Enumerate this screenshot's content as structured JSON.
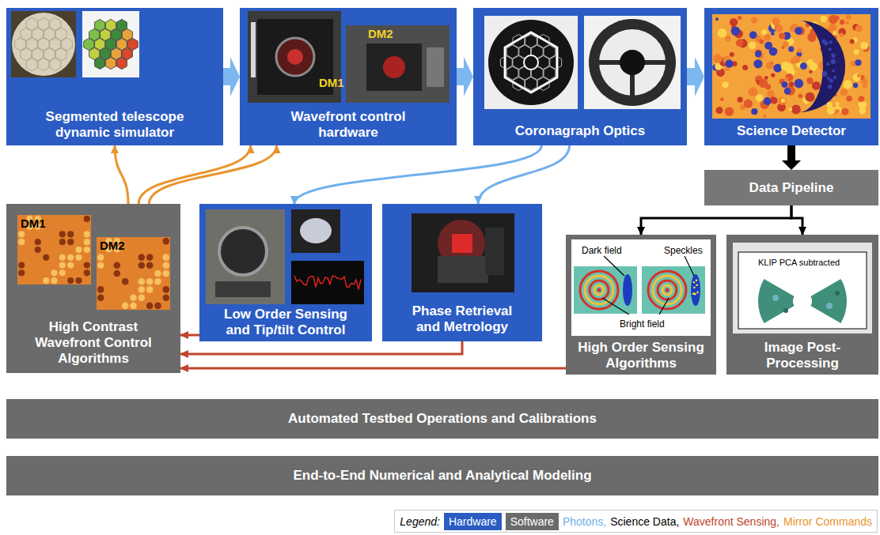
{
  "diagram": {
    "nodes": [
      {
        "text": [
          "Segmented telescope dynamic simulator"
        ]
      },
      {
        "text": [
          "Wavefront control hardware"
        ]
      },
      {
        "text": [
          "Coronagraph Optics"
        ]
      },
      {
        "text": [
          "Science Detector"
        ]
      },
      {
        "text": [
          "Data Pipeline"
        ]
      },
      {
        "text": [
          "High Contrast Wavefront Control Algorithms"
        ]
      },
      {
        "text": [
          "Low Order Sensing and Tip/tilt Control"
        ]
      },
      {
        "text": [
          "Phase Retrieval and Metrology"
        ]
      },
      {
        "text": [
          "High Order Sensing Algorithms"
        ]
      },
      {
        "text": [
          "Image Post-Processing"
        ]
      },
      {
        "text": [
          "Automated Testbed Operations and Calibrations"
        ]
      },
      {
        "text": [
          "End-to-End Numerical and Analytical Modeling"
        ]
      }
    ],
    "edges": [
      {
        "from": 0,
        "to": 1,
        "arrow": "to"
      },
      {
        "from": 1,
        "to": 2,
        "arrow": "to"
      },
      {
        "from": 2,
        "to": 3,
        "arrow": "to"
      },
      {
        "from": 3,
        "to": 4,
        "arrow": "to"
      },
      {
        "from": 4,
        "to": 8,
        "arrow": "to"
      },
      {
        "from": 4,
        "to": 9,
        "arrow": "to"
      },
      {
        "from": 2,
        "to": 6,
        "arrow": "to"
      },
      {
        "from": 2,
        "to": 7,
        "arrow": "to"
      },
      {
        "from": 5,
        "to": 0,
        "arrow": "to"
      },
      {
        "from": 5,
        "to": 1,
        "arrow": "to"
      },
      {
        "from": 5,
        "to": 1,
        "arrow": "to"
      },
      {
        "from": 6,
        "to": 5,
        "arrow": "to"
      },
      {
        "from": 7,
        "to": 5,
        "arrow": "to"
      },
      {
        "from": 8,
        "to": 5,
        "arrow": "to"
      }
    ],
    "labels": [
      "DM1",
      "DM2",
      "DM1",
      "DM2",
      "Dark field",
      "Speckles",
      "Bright field",
      "KLIP PCA subtracted",
      "Legend:"
    ],
    "legend": [
      {
        "text": "Hardware",
        "color": "#2b5cc4"
      },
      {
        "text": "Software",
        "color": "#6b6b6b"
      },
      {
        "text": "Photons,",
        "color": "#6fb0ec"
      },
      {
        "text": "Science Data,",
        "color": "#000000"
      },
      {
        "text": "Wavefront Sensing,",
        "color": "#c0452c"
      },
      {
        "text": "Mirror Commands",
        "color": "#e8952e"
      }
    ]
  }
}
